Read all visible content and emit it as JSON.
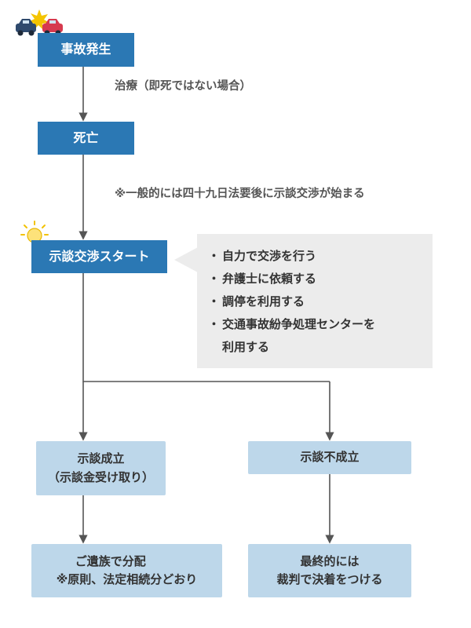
{
  "nodes": {
    "accident": "事故発生",
    "death": "死亡",
    "start": "示談交渉スタート",
    "success_line1": "示談成立",
    "success_line2": "（示談金受け取り）",
    "failure": "示談不成立",
    "distribution_line1": "ご遺族で分配",
    "distribution_line2": "※原則、法定相続分どおり",
    "trial_line1": "最終的には",
    "trial_line2": "裁判で決着をつける"
  },
  "notes": {
    "treatment": "治療（即死ではない場合）",
    "timing": "※一般的には四十九日法要後に示談交渉が始まる"
  },
  "callout": {
    "bullet": "・",
    "items": [
      "自力で交渉を行う",
      "弁護士に依頼する",
      "調停を利用する",
      "交通事故紛争処理センターを"
    ],
    "item4_continuation": "利用する"
  },
  "icons": {
    "accident": "car-crash-icon",
    "idea": "lightbulb-icon"
  },
  "colors": {
    "dark_box": "#2b78b4",
    "light_box": "#bdd7ea",
    "callout_bg": "#ececec",
    "connector": "#555555",
    "note_text": "#555555"
  }
}
